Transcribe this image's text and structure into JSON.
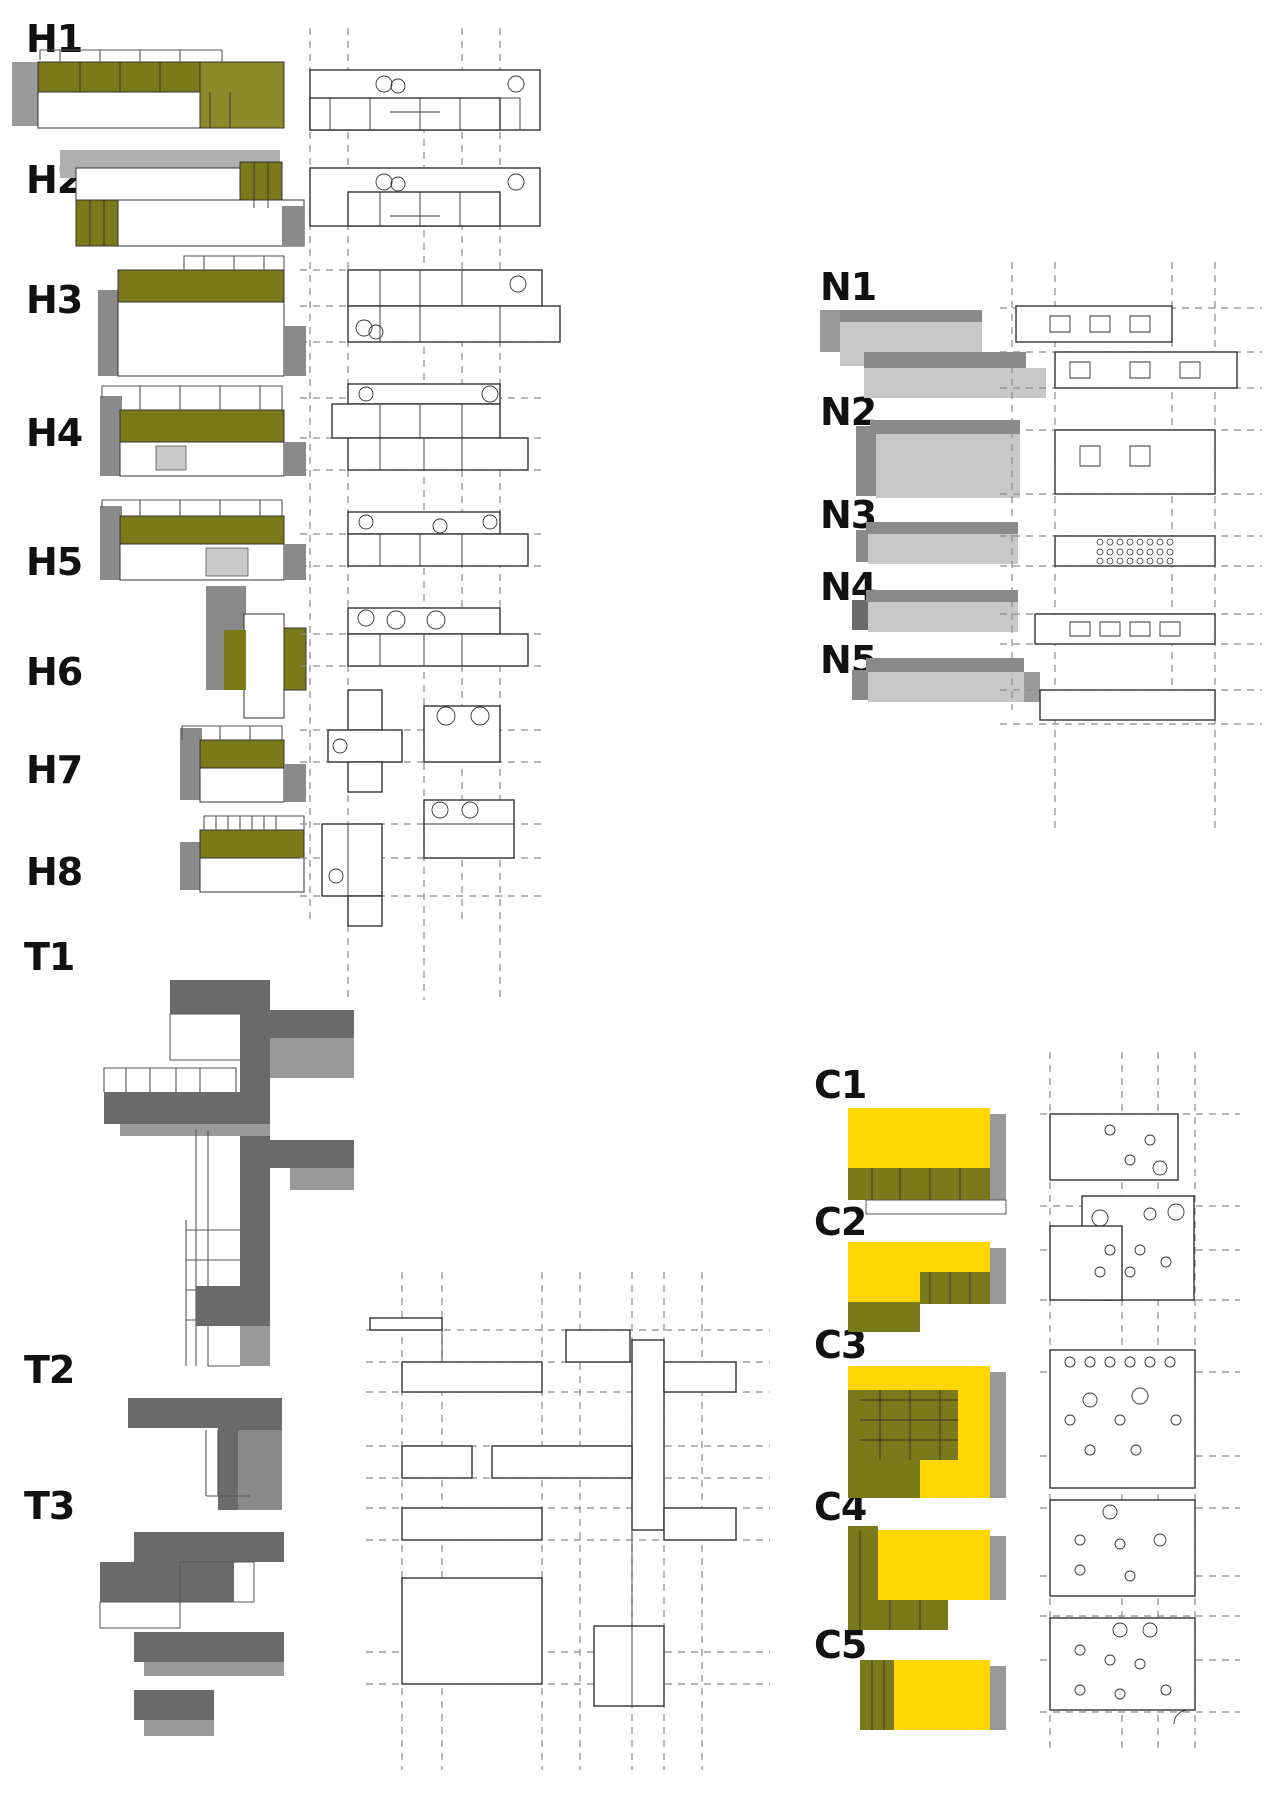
{
  "colors": {
    "olive": "#7a7a1a",
    "yellow": "#ffd700",
    "gray_light": "#c8c8c8",
    "gray_mid": "#9a9a9a",
    "gray_dark": "#6a6a6a",
    "line": "#333333",
    "dash": "#8a8a8a"
  },
  "house_labels": [
    "H1",
    "H2",
    "H3",
    "H4",
    "H5",
    "H6",
    "H7",
    "H8"
  ],
  "office_labels": [
    "N1",
    "N2",
    "N3",
    "N4",
    "N5"
  ],
  "tower_labels": [
    "T1",
    "T2",
    "T3"
  ],
  "cafe_labels": [
    "C1",
    "C2",
    "C3",
    "C4",
    "C5"
  ]
}
